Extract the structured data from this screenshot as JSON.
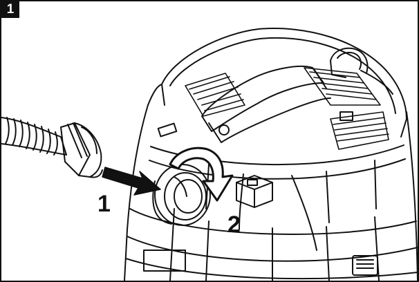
{
  "figure": {
    "step_number": "1",
    "callouts": [
      {
        "label": "1"
      },
      {
        "label": "2"
      }
    ],
    "icons": [
      "vacuum-hose-icon",
      "push-arrow-icon",
      "rotate-arrow-icon",
      "vacuum-body-icon"
    ]
  }
}
